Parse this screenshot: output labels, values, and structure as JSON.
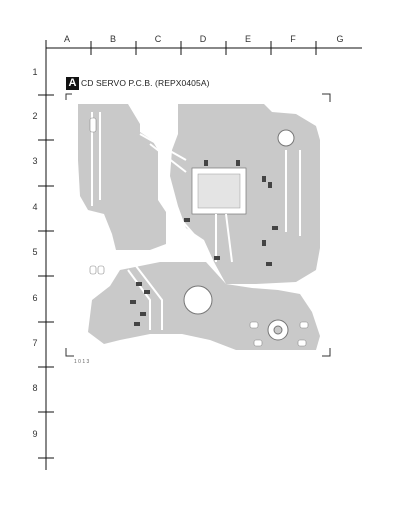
{
  "grid": {
    "columns": [
      "A",
      "B",
      "C",
      "D",
      "E",
      "F",
      "G"
    ],
    "rows": [
      "1",
      "2",
      "3",
      "4",
      "5",
      "6",
      "7",
      "8",
      "9"
    ]
  },
  "board": {
    "marker": "A",
    "title": "CD SERVO P.C.B. (REPX0405A)",
    "note": "1 0 1 3"
  },
  "colors": {
    "copper": "#c9c9c9",
    "outline": "#333333",
    "grid": "#111111"
  }
}
